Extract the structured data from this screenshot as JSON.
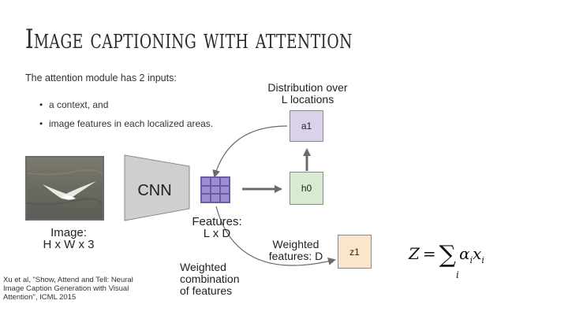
{
  "slide": {
    "title": "Image captioning with attention",
    "intro": "The attention module has 2 inputs:",
    "bullets": [
      "a context, and",
      "image features in each localized areas."
    ]
  },
  "diagram": {
    "cnn_label": "CNN",
    "image_label_line1": "Image:",
    "image_label_line2": "H x W x 3",
    "features_line1": "Features:",
    "features_line2": "L x D",
    "dist_line1": "Distribution over",
    "dist_line2": "L locations",
    "a1": "a1",
    "h0": "h0",
    "z1": "z1",
    "weighted_features_line1": "Weighted",
    "weighted_features_line2": "features: D",
    "weighted_comb_line1": "Weighted",
    "weighted_comb_line2": "combination",
    "weighted_comb_line3": "of features",
    "colors": {
      "a1_fill": "#d9d2e9",
      "h0_fill": "#d9ead3",
      "z1_fill": "#fce5cd",
      "grid_fill": "#9f8fd1",
      "cnn_fill": "#cfcfcf"
    }
  },
  "reference": {
    "line1": "Xu et al, \"Show, Attend and Tell: Neural",
    "line2": "Image Caption Generation with Visual",
    "line3": "Attention\", ICML 2015"
  },
  "formula": {
    "lhs": "Z",
    "eq": "=",
    "sum": "∑",
    "sub_index": "i",
    "alpha": "α",
    "alpha_sub": "i",
    "x": "x",
    "x_sub": "i"
  }
}
